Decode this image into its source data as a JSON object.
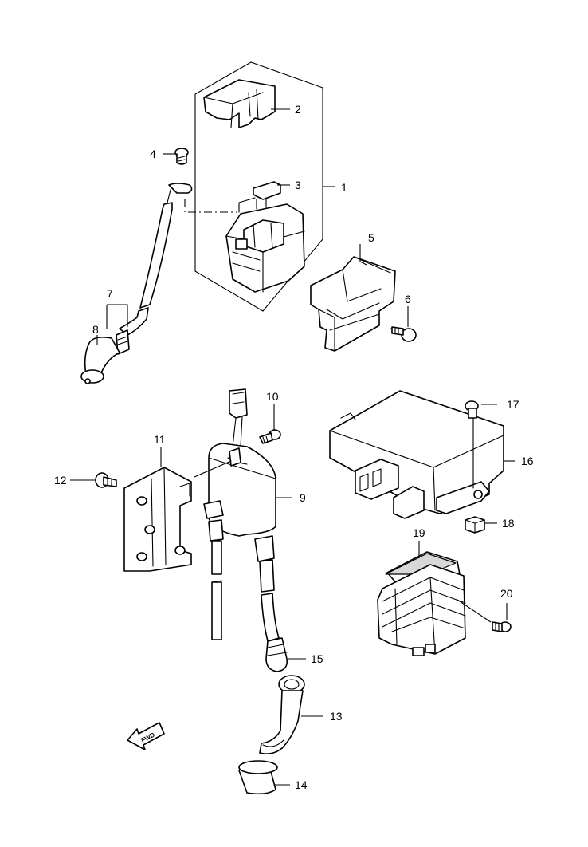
{
  "callouts": {
    "c1": "1",
    "c2": "2",
    "c3": "3",
    "c4": "4",
    "c5": "5",
    "c6": "6",
    "c7": "7",
    "c8": "8",
    "c9": "9",
    "c10": "10",
    "c11": "11",
    "c12": "12",
    "c13": "13",
    "c14": "14",
    "c15": "15",
    "c16": "16",
    "c17": "17",
    "c18": "18",
    "c19": "19",
    "c20": "20"
  },
  "fwd_label": "FWD"
}
